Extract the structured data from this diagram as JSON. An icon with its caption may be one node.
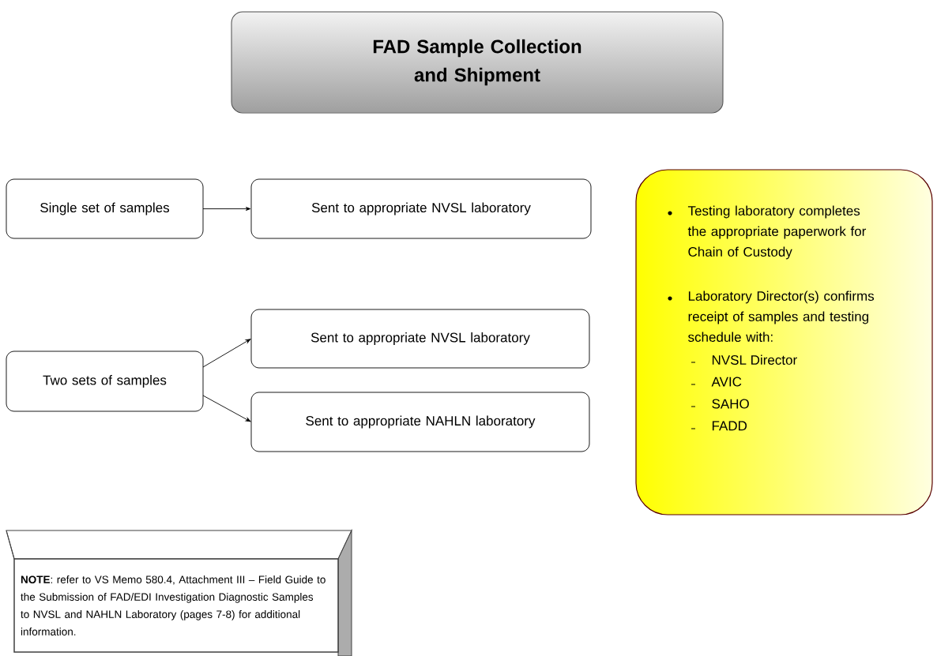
{
  "diagram": {
    "nodes": [
      {
        "text": [
          "FAD Sample Collection and Shipment"
        ]
      },
      {
        "text": [
          "Single set of samples"
        ]
      },
      {
        "text": [
          "Sent to appropriate NVSL laboratory"
        ]
      },
      {
        "text": [
          "Two sets of samples"
        ]
      },
      {
        "text": [
          "Sent to appropriate NVSL laboratory"
        ]
      },
      {
        "text": [
          "Sent to appropriate NAHLN laboratory"
        ]
      },
      {
        "text": [
          "Testing laboratory completes the appropriate paperwork for Chain of Custody",
          "Laboratory Director(s) confirms receipt of samples and testing schedule with:",
          "NVSL Director",
          "AVIC",
          "SAHO",
          "FADD"
        ]
      },
      {
        "text": [
          "**NOTE**: refer to VS Memo 580.4, Attachment III – Field Guide to the Submission of FAD/EDI Investigation Diagnostic Samples to NVSL and NAHLN Laboratory (pages 7-8) for additional information."
        ]
      }
    ],
    "edges": [
      {
        "from": 1,
        "to": 2,
        "arrow": "to"
      },
      {
        "from": 3,
        "to": 4,
        "arrow": "to"
      },
      {
        "from": 3,
        "to": 5,
        "arrow": "to"
      }
    ]
  }
}
